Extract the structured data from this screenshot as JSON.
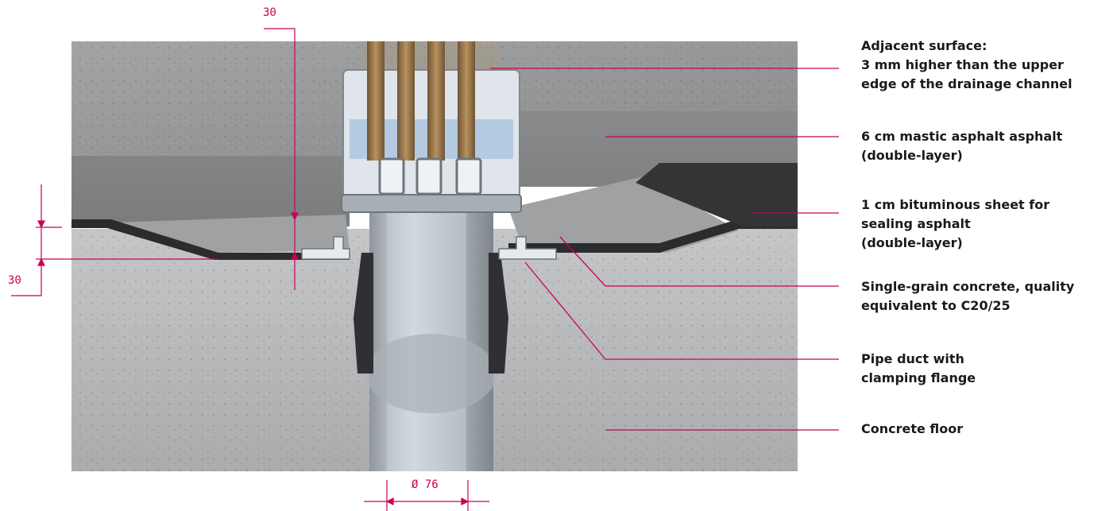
{
  "colors": {
    "dimension": "#c8005a",
    "leader": "#c8005a",
    "concrete": "#b9bbbc",
    "asphalt": "#8e8f91",
    "bitumen": "#2b2c2e",
    "grating": "#9c7a4f",
    "steel": "#c9d0d6"
  },
  "dimensions": {
    "top": "30",
    "left": "30",
    "diameter": "Ø 76"
  },
  "callouts": [
    {
      "lines": [
        "Adjacent surface:",
        "3 mm higher than the upper",
        "edge of the drainage channel"
      ]
    },
    {
      "lines": [
        "6 cm mastic asphalt asphalt",
        "(double-layer)"
      ]
    },
    {
      "lines": [
        "1 cm bituminous sheet for",
        "sealing asphalt",
        "(double-layer)"
      ]
    },
    {
      "lines": [
        "Single-grain concrete, quality",
        "equivalent to C20/25"
      ]
    },
    {
      "lines": [
        "Pipe duct with",
        "clamping flange"
      ]
    },
    {
      "lines": [
        "Concrete floor"
      ]
    }
  ]
}
